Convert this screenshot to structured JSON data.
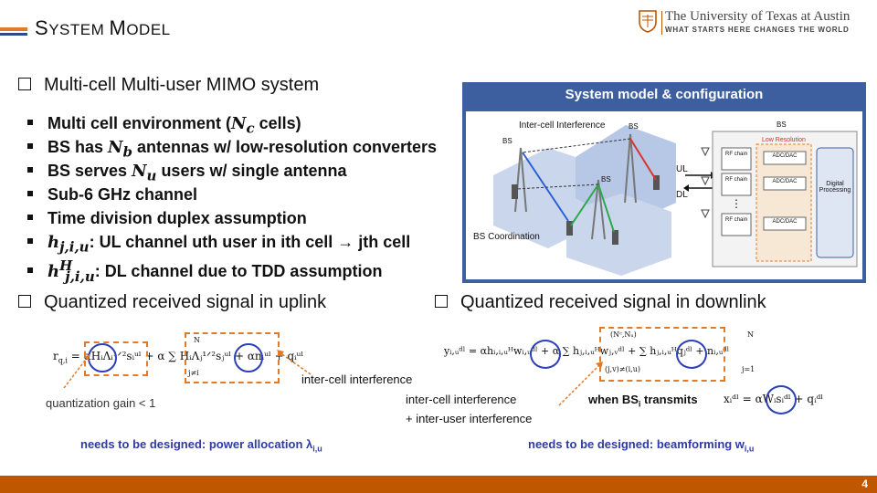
{
  "header": {
    "title_s": "S",
    "title_ystem": "YSTEM ",
    "title_m": "M",
    "title_odel": "ODEL",
    "university": "The University of Texas at Austin",
    "tagline": "WHAT STARTS HERE CHANGES THE WORLD"
  },
  "section1": {
    "heading": "Multi-cell Multi-user MIMO system",
    "bullets": [
      {
        "pre": "Multi cell environment (",
        "math": "N",
        "sub": "c",
        "post": " cells)"
      },
      {
        "pre": "BS has ",
        "math": "N",
        "sub": "b",
        "post": " antennas w/ low-resolution converters"
      },
      {
        "pre": "BS serves ",
        "math": "N",
        "sub": "u",
        "post": " users w/ single antenna"
      },
      {
        "pre": "Sub-6 GHz channel",
        "math": "",
        "sub": "",
        "post": ""
      },
      {
        "pre": "Time division duplex assumption",
        "math": "",
        "sub": "",
        "post": ""
      },
      {
        "pre": "",
        "math": "h",
        "sub": "j,i,u",
        "post": ": UL channel uth user in ith cell → jth cell"
      },
      {
        "pre": "",
        "math": "h",
        "sup": "H",
        "sub": "j,i,u",
        "post": ": DL channel due to TDD assumption"
      }
    ]
  },
  "panel": {
    "title": "System model & configuration",
    "inter_cell": "Inter-cell Interference",
    "bs_labels": [
      "BS",
      "BS",
      "BS"
    ],
    "bs_coord": "BS Coordination",
    "ul": "UL",
    "dl": "DL",
    "bs_right": "BS",
    "low_res": "Low Resolution",
    "rf_chain": "RF chain",
    "adc": "ADC/DAC",
    "digital": "Digital Processing",
    "dots": "⋮"
  },
  "uplink": {
    "heading": "Quantized received signal in uplink",
    "eq_lhs": "r",
    "eq_lhs_sub": "q,i",
    "eq_eq": " = ",
    "eq_body": "αHᵢΛᵢ¹ᐟ²sᵢᵘˡ + α ∑ HᵢΛⱼ¹ᐟ²sⱼᵘˡ + αnᵢᵘˡ + qᵢᵘˡ",
    "sum_top": "N",
    "sum_bottom": "j≠i",
    "gain_note": "quantization gain < 1",
    "design": "needs to be designed: power allocation λ",
    "design_sub": "i,u"
  },
  "downlink": {
    "heading": "Quantized received signal in downlink",
    "eq_body": "yᵢ,ᵤᵈˡ = αhᵢ,ᵢ,ᵤᴴwᵢ,ᵤᵈˡ + α ∑ hⱼ,ᵢ,ᵤᴴwⱼ,ᵥᵈˡ + ∑ hⱼ,ᵢ,ᵤᴴqⱼᵈˡ + nᵢ,ᵤᵈˡ",
    "sum_top": "(Nᶜ,Nᵤ)",
    "sum_bottom": "(j,v)≠(i,u)",
    "sum2_top": "N",
    "sum2_bottom": "j=1",
    "note1": "inter-cell interference",
    "note2a": "inter-cell interference",
    "note2b": "+ inter-user interference",
    "when_pre": "when BS",
    "when_sub": "i",
    "when_post": " transmits",
    "x_eq": "xᵢᵈˡ = αWᵢsᵢᵈˡ + qᵢᵈˡ",
    "design": "needs to be designed: beamforming w",
    "design_sub": "i,u"
  },
  "footer": {
    "page": "4"
  },
  "colors": {
    "accent_orange": "#bf5700",
    "panel_blue": "#3d5fa0",
    "ring_blue": "#2b3fb7",
    "note_blue": "#2e3aa6"
  }
}
